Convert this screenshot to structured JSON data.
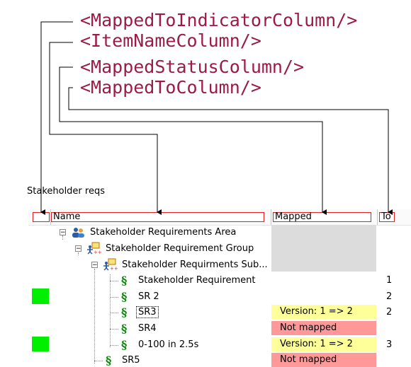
{
  "callouts": {
    "indicator": "<MappedToIndicatorColumn/>",
    "name": "<ItemNameColumn/>",
    "status": "<MappedStatusColumn/>",
    "mapped_to": "<MappedToColumn/>"
  },
  "panel": {
    "title": "Stakeholder reqs"
  },
  "columns": {
    "indicator": "",
    "name": "Name",
    "mapped": "Mapped",
    "to": "To"
  },
  "tree": {
    "area": "Stakeholder Requirements Area",
    "group": "Stakeholder Requirement Group",
    "subgroup": "Stakeholder Requirments Sub...",
    "rows": [
      {
        "name": "Stakeholder Requirement",
        "status": "",
        "to": "1"
      },
      {
        "name": "SR 2",
        "status": "",
        "to": "2"
      },
      {
        "name": "SR3",
        "status": "Version: 1 => 2",
        "to": "2"
      },
      {
        "name": "SR4",
        "status": "Not mapped",
        "to": ""
      },
      {
        "name": "0-100 in 2.5s",
        "status": "Version: 1 => 2",
        "to": "3"
      },
      {
        "name": "SR5",
        "status": "Not mapped",
        "to": ""
      }
    ]
  },
  "colors": {
    "callout": "#9b1b45",
    "indicator": "#00ee00",
    "version": "#ffff99",
    "not_mapped": "#ff9999"
  }
}
